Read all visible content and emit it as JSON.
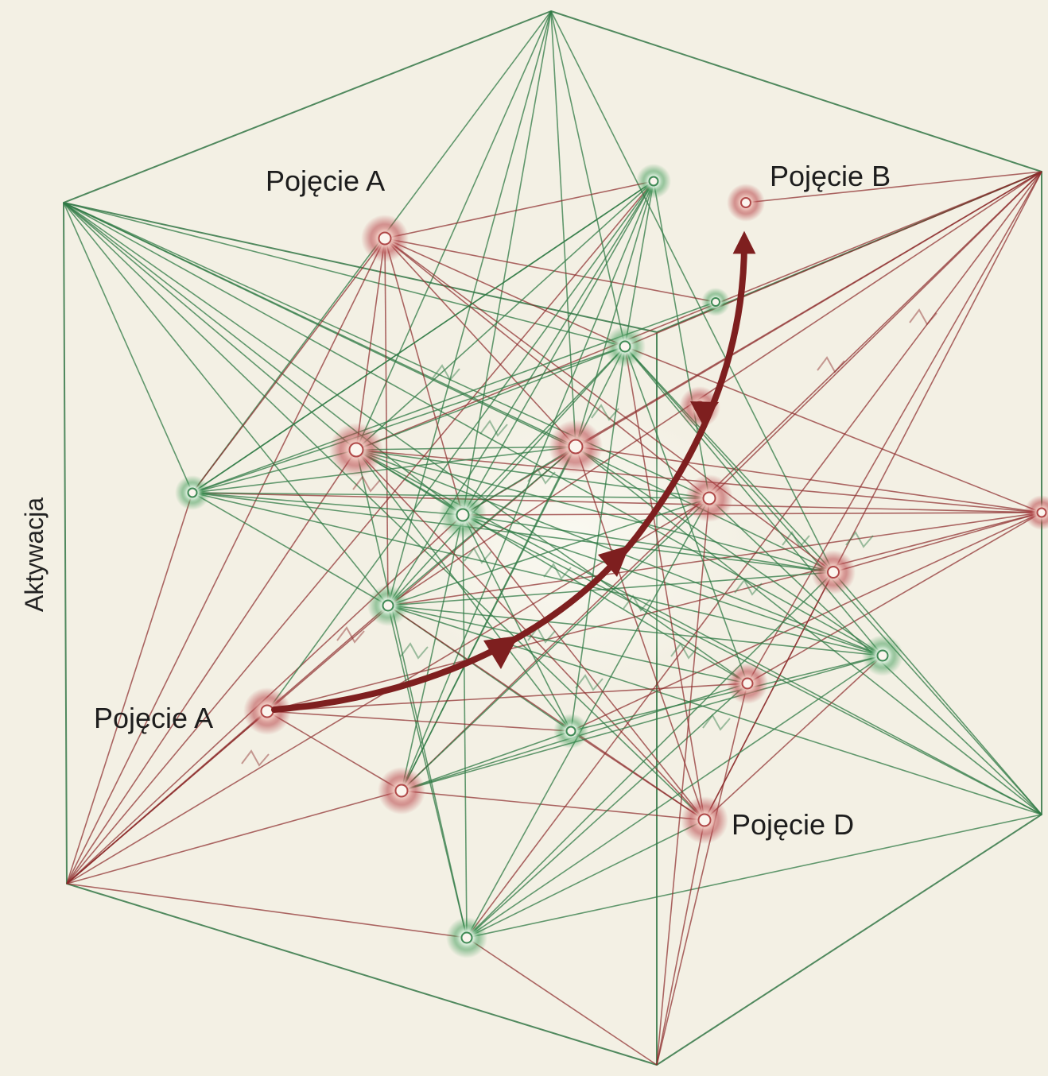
{
  "diagram": {
    "axis_label": "Aktywacja",
    "labels": {
      "concept_a_top": "Pojęcie A",
      "concept_a_left": "Pojęcie A",
      "concept_b": "Pojęcie B",
      "concept_d": "Pojęcie D"
    },
    "colors": {
      "background": "#f3f0e4",
      "green": "#2f7a45",
      "red": "#8c2a2a"
    }
  }
}
